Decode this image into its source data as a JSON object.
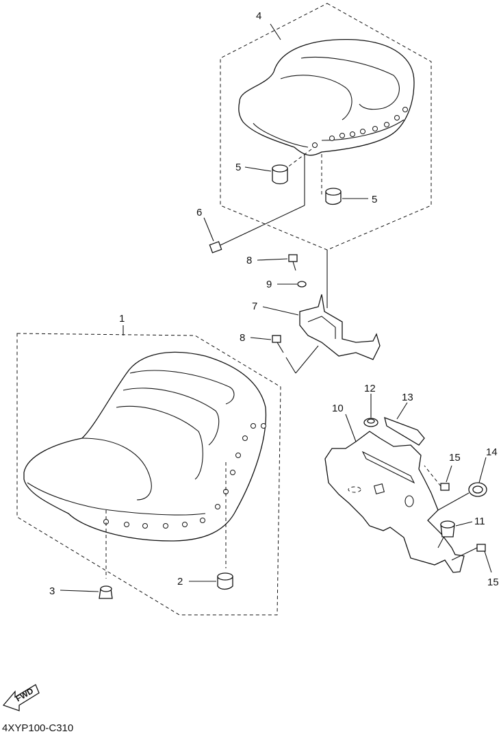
{
  "diagram": {
    "drawing_code": "4XYP100-C310",
    "fwd_label": "FWD",
    "callouts": [
      "1",
      "2",
      "3",
      "4",
      "5",
      "5",
      "6",
      "7",
      "8",
      "8",
      "9",
      "10",
      "11",
      "12",
      "13",
      "14",
      "15",
      "15"
    ]
  },
  "colors": {
    "line": "#111111",
    "background": "#ffffff"
  }
}
